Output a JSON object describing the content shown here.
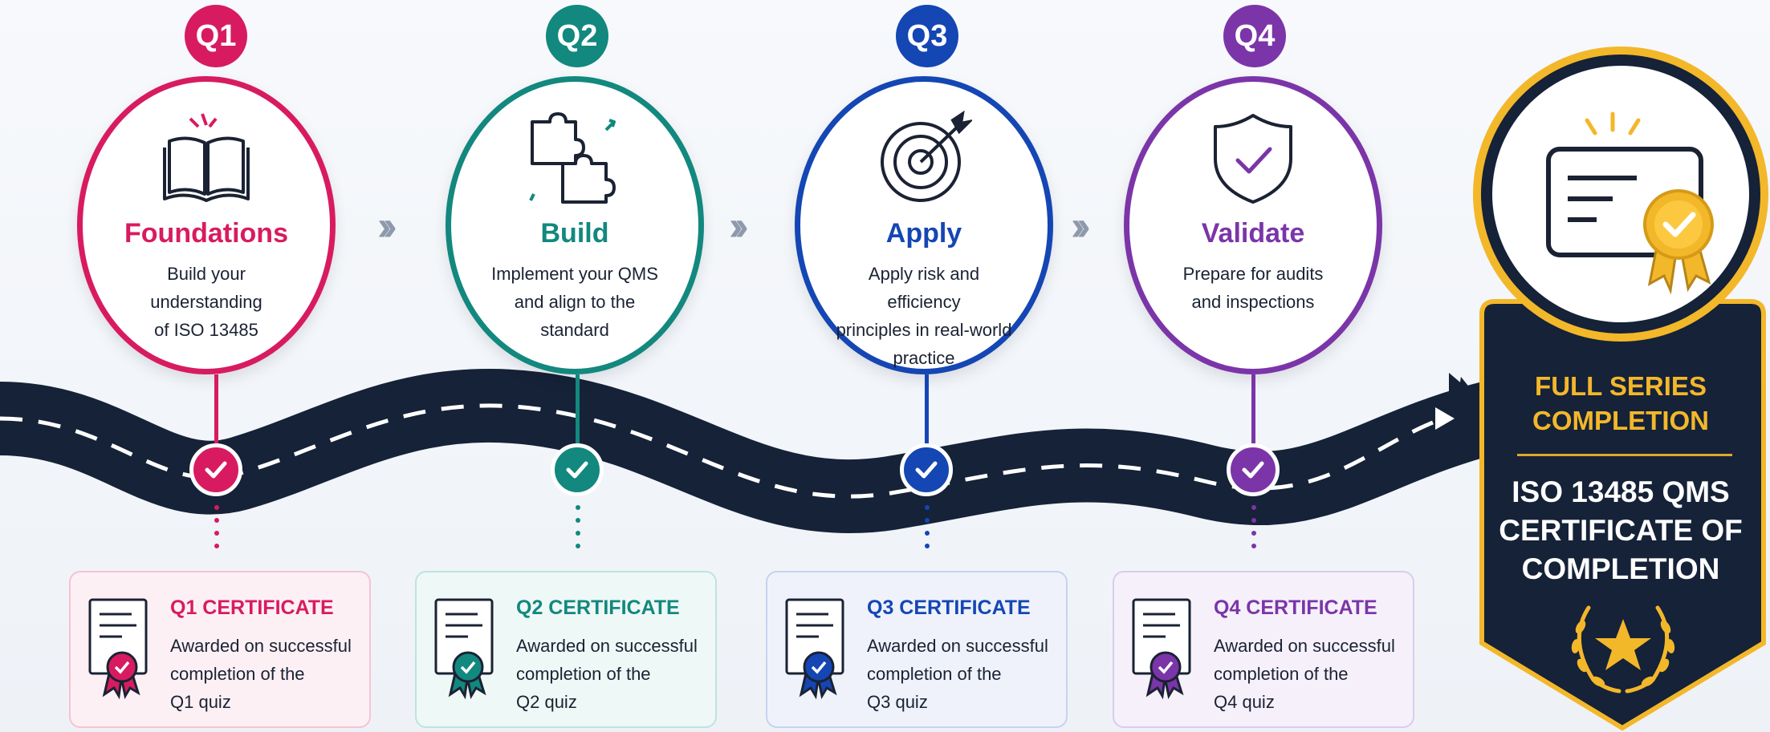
{
  "colors": {
    "q1": "#d81b60",
    "q2": "#12887e",
    "q3": "#1446b4",
    "q4": "#7b35a8",
    "road": "#152238",
    "gold": "#f3b72a"
  },
  "stages": [
    {
      "badge": "Q1",
      "title": "Foundations",
      "desc1": "Build your understanding",
      "desc2": "of ISO 13485",
      "desc3": "",
      "icon": "open-book-icon"
    },
    {
      "badge": "Q2",
      "title": "Build",
      "desc1": "Implement your QMS",
      "desc2": "and align to the",
      "desc3": "standard",
      "icon": "puzzle-pieces-icon"
    },
    {
      "badge": "Q3",
      "title": "Apply",
      "desc1": "Apply risk and efficiency",
      "desc2": "principles in real-world",
      "desc3": "practice",
      "icon": "target-arrow-icon"
    },
    {
      "badge": "Q4",
      "title": "Validate",
      "desc1": "Prepare for audits",
      "desc2": "and inspections",
      "desc3": "",
      "icon": "shield-check-icon"
    }
  ],
  "certificates": [
    {
      "title": "Q1 CERTIFICATE",
      "line1": "Awarded on successful",
      "line2": "completion of the",
      "line3": "Q1 quiz"
    },
    {
      "title": "Q2 CERTIFICATE",
      "line1": "Awarded on successful",
      "line2": "completion of the",
      "line3": "Q2 quiz"
    },
    {
      "title": "Q3 CERTIFICATE",
      "line1": "Awarded on successful",
      "line2": "completion of the",
      "line3": "Q3 quiz"
    },
    {
      "title": "Q4 CERTIFICATE",
      "line1": "Awarded on successful",
      "line2": "completion of the",
      "line3": "Q4 quiz"
    }
  ],
  "final": {
    "heading1": "FULL SERIES",
    "heading2": "COMPLETION",
    "title1": "ISO 13485 QMS",
    "title2": "CERTIFICATE OF",
    "title3": "COMPLETION"
  },
  "icons": {
    "chevrons": "chevrons-right-icon",
    "node": "check-icon",
    "final": "certificate-ribbon-icon",
    "laurel": "laurel-star-icon"
  }
}
